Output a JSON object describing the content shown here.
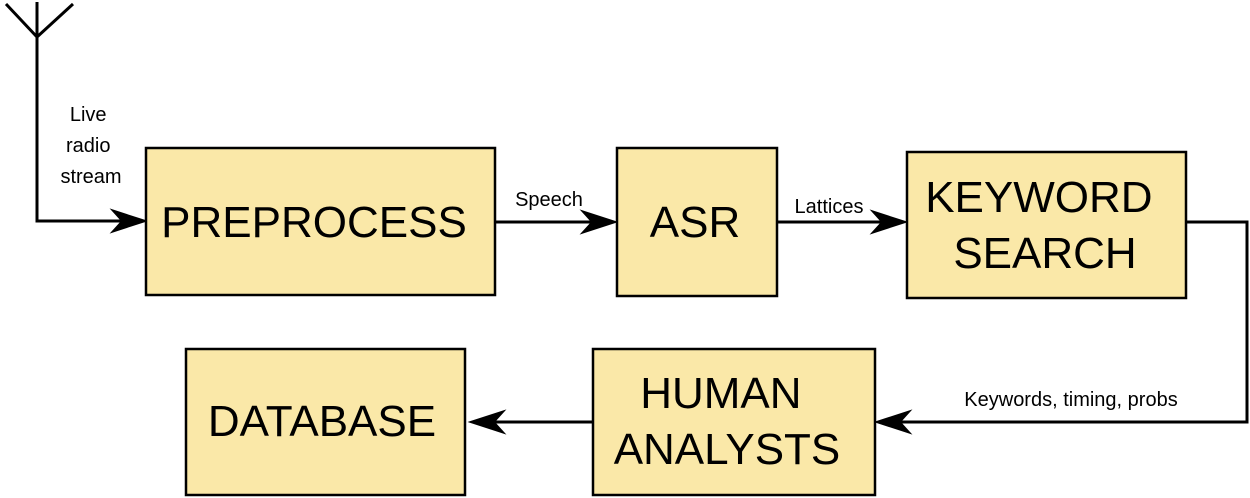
{
  "colors": {
    "box_fill": "#FAE8A8",
    "stroke": "#000000",
    "background": "#FFFFFF"
  },
  "icons": {
    "antenna": "antenna-icon"
  },
  "nodes": {
    "preprocess": {
      "lines": [
        "PREPROCESS"
      ]
    },
    "asr": {
      "lines": [
        "ASR"
      ]
    },
    "keyword_search": {
      "lines": [
        "KEYWORD",
        "SEARCH"
      ]
    },
    "human_analysts": {
      "lines": [
        "HUMAN",
        "ANALYSTS"
      ]
    },
    "database": {
      "lines": [
        "DATABASE"
      ]
    }
  },
  "edges": {
    "input": {
      "lines": [
        "Live",
        "radio",
        "stream"
      ]
    },
    "preprocess_to_asr": {
      "lines": [
        "Speech"
      ]
    },
    "asr_to_keyword": {
      "lines": [
        "Lattices"
      ]
    },
    "keyword_to_analysts": {
      "lines": [
        "Keywords, timing, probs"
      ]
    },
    "analysts_to_database": {
      "lines": []
    }
  }
}
